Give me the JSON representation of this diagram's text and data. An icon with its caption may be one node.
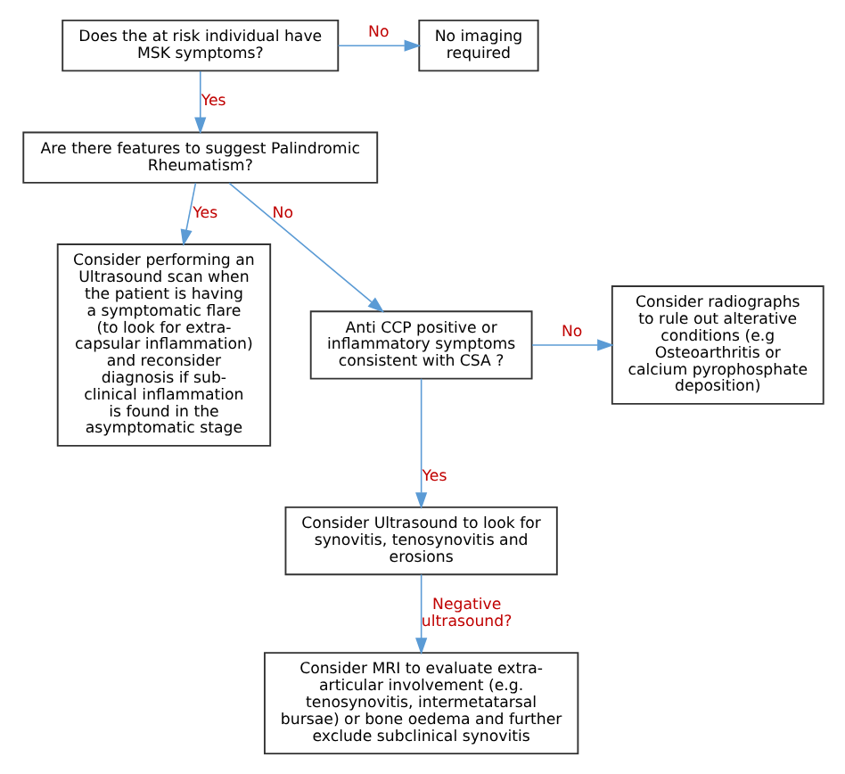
{
  "diagram": {
    "nodes": [
      {
        "text": [
          "Does the at risk individual have MSK symptoms?"
        ]
      },
      {
        "text": [
          "No imaging required"
        ]
      },
      {
        "text": [
          "Are there features to suggest Palindromic Rheumatism?"
        ]
      },
      {
        "text": [
          "Consider performing an Ultrasound scan when the patient is having a symptomatic flare (to look for extra-capsular inflammation) and reconsider diagnosis if sub-clinical inflammation is found in the asymptomatic stage"
        ]
      },
      {
        "text": [
          "Anti CCP positive or inflammatory symptoms consistent with CSA ?"
        ]
      },
      {
        "text": [
          "Consider radiographs to rule out alterative conditions (e.g Osteoarthritis or calcium pyrophosphate deposition)"
        ]
      },
      {
        "text": [
          "Consider Ultrasound to look for synovitis, tenosynovitis and erosions"
        ]
      },
      {
        "text": [
          "Consider MRI to evaluate extra-articular involvement (e.g. tenosynovitis, intermetatarsal bursae) or bone oedema and further exclude subclinical synovitis"
        ]
      }
    ],
    "edges": [
      {
        "from": 0,
        "to": 1,
        "arrow": "to",
        "label": "No"
      },
      {
        "from": 0,
        "to": 2,
        "arrow": "to",
        "label": "Yes"
      },
      {
        "from": 2,
        "to": 3,
        "arrow": "to",
        "label": "Yes"
      },
      {
        "from": 2,
        "to": 4,
        "arrow": "to",
        "label": "No"
      },
      {
        "from": 4,
        "to": 5,
        "arrow": "to",
        "label": "No"
      },
      {
        "from": 4,
        "to": 6,
        "arrow": "to",
        "label": "Yes"
      },
      {
        "from": 6,
        "to": 7,
        "arrow": "to",
        "label": "Negative ultrasound?"
      }
    ]
  }
}
